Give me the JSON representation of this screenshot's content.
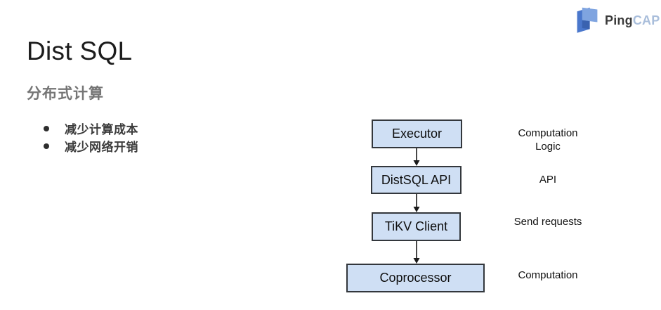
{
  "slide": {
    "title": "Dist SQL",
    "subtitle": "分布式计算",
    "background": "#ffffff"
  },
  "logo": {
    "brand_dark": "Ping",
    "brand_light": "CAP",
    "mark_color_primary": "#4a77cc",
    "mark_color_secondary": "#7fa4e0",
    "text_light_color": "#a9bedb"
  },
  "bullets": [
    "减少计算成本",
    "减少网络开销"
  ],
  "diagram": {
    "box_fill": "#cfdff4",
    "box_border": "#33373c",
    "arrow_color": "#1a1a1a",
    "nodes": [
      {
        "label": "Executor",
        "annotation": "Computation\nLogic"
      },
      {
        "label": "DistSQL API",
        "annotation": "API"
      },
      {
        "label": "TiKV Client",
        "annotation": "Send requests"
      },
      {
        "label": "Coprocessor",
        "annotation": "Computation"
      }
    ]
  }
}
